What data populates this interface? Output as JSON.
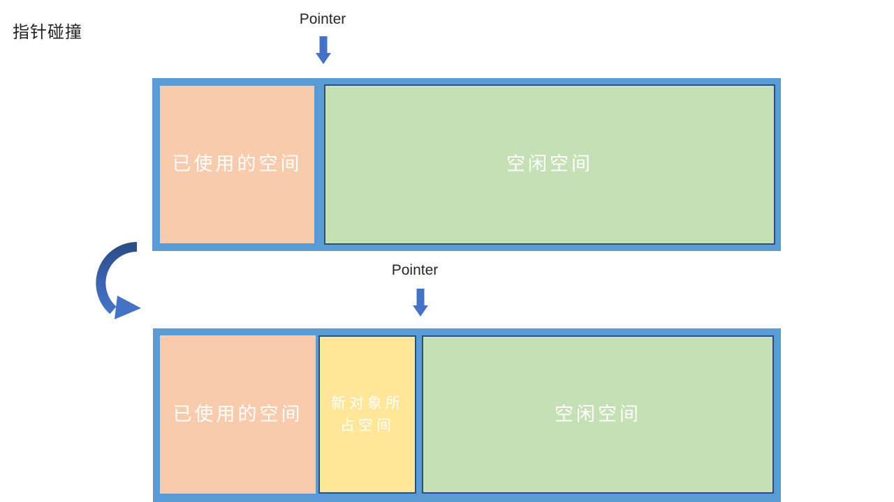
{
  "title": "指针碰撞",
  "pointers": {
    "top": {
      "label": "Pointer"
    },
    "bottom": {
      "label": "Pointer"
    }
  },
  "heap_before": {
    "used_label": "已使用的空间",
    "free_label": "空闲空间"
  },
  "heap_after": {
    "used_label": "已使用的空间",
    "new_object_line1": "新对象所",
    "new_object_line2": "占空间",
    "free_label": "空闲空间"
  },
  "icons": {
    "down_arrow_top": "down-arrow-icon",
    "down_arrow_bottom": "down-arrow-icon",
    "curved_arrow": "curved-down-right-arrow-icon"
  },
  "colors": {
    "heap_container_fill": "#5B9BD5",
    "used_space_fill": "#F8CBAD",
    "free_space_fill": "#C5E0B4",
    "new_object_fill": "#FFE699",
    "inner_block_border": "#2E4E79",
    "arrow_fill": "#4472C4",
    "curved_arrow_gradient_top": "#2C4D87",
    "curved_arrow_gradient_bottom": "#4472C4",
    "label_text": "#262626",
    "block_text": "#FFFFFF"
  }
}
